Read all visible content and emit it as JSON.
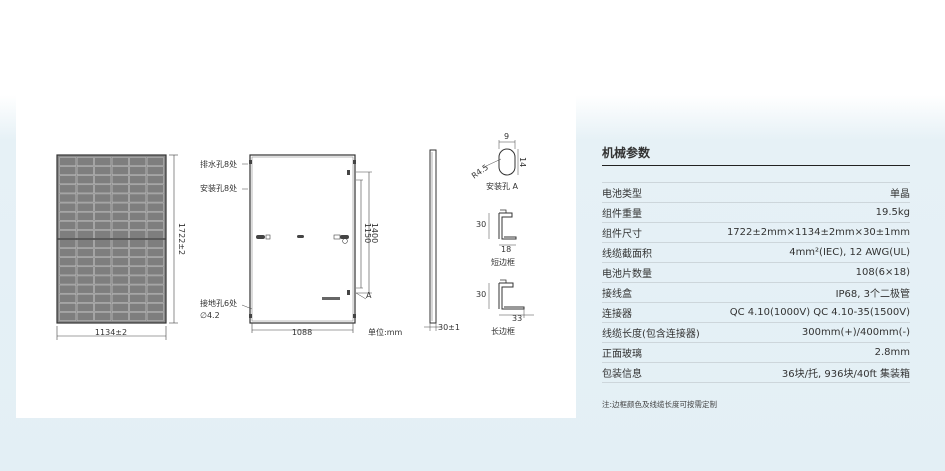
{
  "drawing": {
    "front_width": "1134±2",
    "front_height": "1722±2",
    "drain_holes_label": "排水孔8处",
    "mount_holes_label": "安装孔8处",
    "ground_holes_label": "接地孔6处",
    "ground_hole_diameter": "∅4.2",
    "mount_spacing_width": "1088",
    "mount_spacing_1400": "1400",
    "mount_spacing_1150": "1150",
    "section_marker": "A",
    "unit_label": "单位:mm",
    "side_thickness": "30±1",
    "detail_a_width": "9",
    "detail_a_height": "14",
    "detail_a_radius": "R4.5",
    "detail_a_caption": "安装孔 A",
    "short_frame_height": "30",
    "short_frame_width": "18",
    "short_frame_caption": "短边框",
    "long_frame_height": "30",
    "long_frame_width": "33",
    "long_frame_caption": "长边框"
  },
  "specs": {
    "title": "机械参数",
    "rows": [
      {
        "label": "电池类型",
        "value": "单晶"
      },
      {
        "label": "组件重量",
        "value": "19.5kg"
      },
      {
        "label": "组件尺寸",
        "value": "1722±2mm×1134±2mm×30±1mm"
      },
      {
        "label": "线缆截面积",
        "value": "4mm²(IEC), 12 AWG(UL)"
      },
      {
        "label": "电池片数量",
        "value": "108(6×18)"
      },
      {
        "label": "接线盒",
        "value": "IP68, 3个二极管"
      },
      {
        "label": "连接器",
        "value": "QC 4.10(1000V) QC 4.10-35(1500V)"
      },
      {
        "label": "线缆长度(包含连接器)",
        "value": "300mm(+)/400mm(-)"
      },
      {
        "label": "正面玻璃",
        "value": "2.8mm"
      },
      {
        "label": "包装信息",
        "value": "36块/托, 936块/40ft 集装箱"
      }
    ],
    "note": "注:边框颜色及线缆长度可按需定制"
  },
  "colors": {
    "panel_cell": "#7e7e7e",
    "panel_frame": "#3a3a3a",
    "line": "#444444"
  }
}
